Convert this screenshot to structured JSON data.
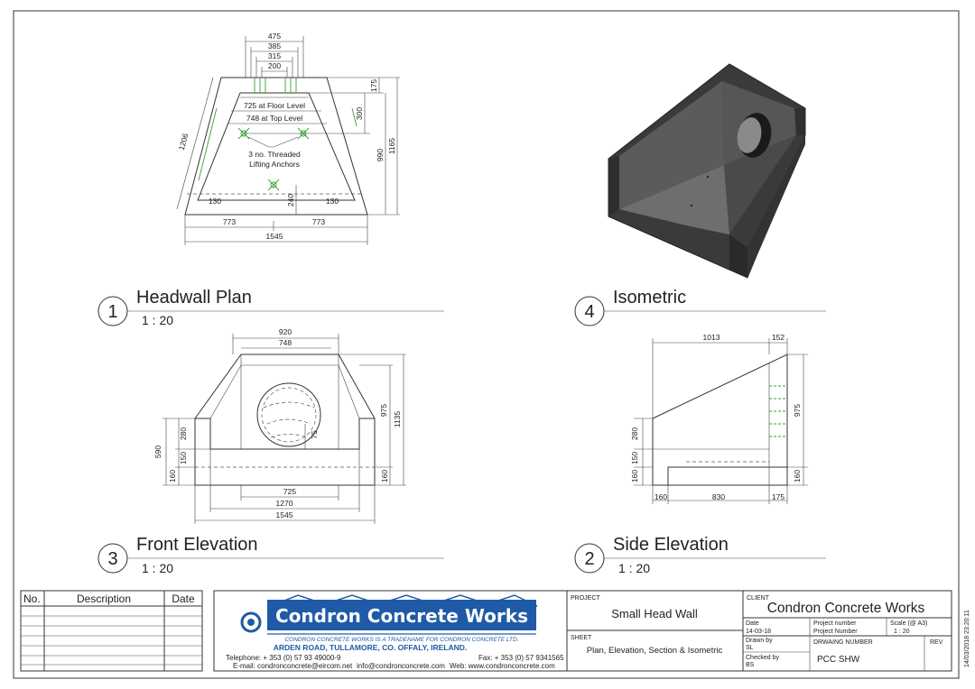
{
  "drawing_sheet": {
    "views": [
      {
        "number": "1",
        "title": "Headwall Plan",
        "scale": "1 : 20"
      },
      {
        "number": "4",
        "title": "Isometric",
        "scale": ""
      },
      {
        "number": "3",
        "title": "Front Elevation",
        "scale": "1 : 20"
      },
      {
        "number": "2",
        "title": "Side Elevation",
        "scale": "1 : 20"
      }
    ],
    "plan_dims": {
      "top_475": "475",
      "top_385": "385",
      "top_315": "315",
      "top_200": "200",
      "floor_level": "725 at Floor Level",
      "top_level": "748 at Top Level",
      "anchors_l1": "3 no. Threaded",
      "anchors_l2": "Lifting Anchors",
      "d175": "175",
      "d300": "300",
      "d990": "990",
      "d1165": "1165",
      "d1206": "1206",
      "d240": "240",
      "d130a": "130",
      "d130b": "130",
      "d773a": "773",
      "d773b": "773",
      "d1545": "1545"
    },
    "front_dims": {
      "d920": "920",
      "d748": "748",
      "d975": "975",
      "d1135": "1135",
      "d280": "280",
      "d590": "590",
      "d150": "150",
      "d160a": "160",
      "d160b": "160",
      "d75": "75",
      "d725": "725",
      "d1270": "1270",
      "d1545": "1545"
    },
    "side_dims": {
      "d1013": "1013",
      "d152": "152",
      "d975": "975",
      "d280": "280",
      "d150": "150",
      "d160a": "160",
      "d160b": "160",
      "d160c": "160",
      "d830": "830",
      "d175": "175"
    }
  },
  "revision_table": {
    "headers": {
      "no": "No.",
      "description": "Description",
      "date": "Date"
    }
  },
  "company": {
    "name": "Condron Concrete Works",
    "tagline": "CONDRON CONCRETE WORKS IS A TRADENAME FOR CONDRON CONCRETE LTD.",
    "address": "ARDEN ROAD, TULLAMORE, CO. OFFALY, IRELAND.",
    "telephone": "Telephone: + 353 (0) 57 93 49000-9",
    "fax": "Fax: + 353 (0) 57 9341565",
    "email": "E-mail: condronconcrete@eircom.net",
    "email2": "info@condronconcrete.com",
    "web": "Web: www.condronconcrete.com"
  },
  "project": {
    "label": "PROJECT",
    "value": "Small Head Wall",
    "sheet_label": "SHEET",
    "sheet_value": "Plan, Elevation, Section & Isometric"
  },
  "client": {
    "label": "CLIENT",
    "value": "Condron Concrete Works",
    "date_label": "Date",
    "date_value": "14-03-18",
    "project_number_label": "Project number",
    "project_number_label2": "Project Number",
    "scale_label": "Scale (@ A3)",
    "scale_value": "1 : 20",
    "drawn_by_label": "Drawn by",
    "drawn_by_value": "SL",
    "drawing_number_label": "DRWAING NUMBER",
    "rev_label": "REV",
    "checked_by_label": "Checked by",
    "checked_by_value": "BS",
    "drawing_number_value": "PCC SHW"
  },
  "timestamp": "14/03/2018 23:20:11",
  "colors": {
    "accent_green": "#2fa52f",
    "logo_blue": "#1f5aa6"
  }
}
